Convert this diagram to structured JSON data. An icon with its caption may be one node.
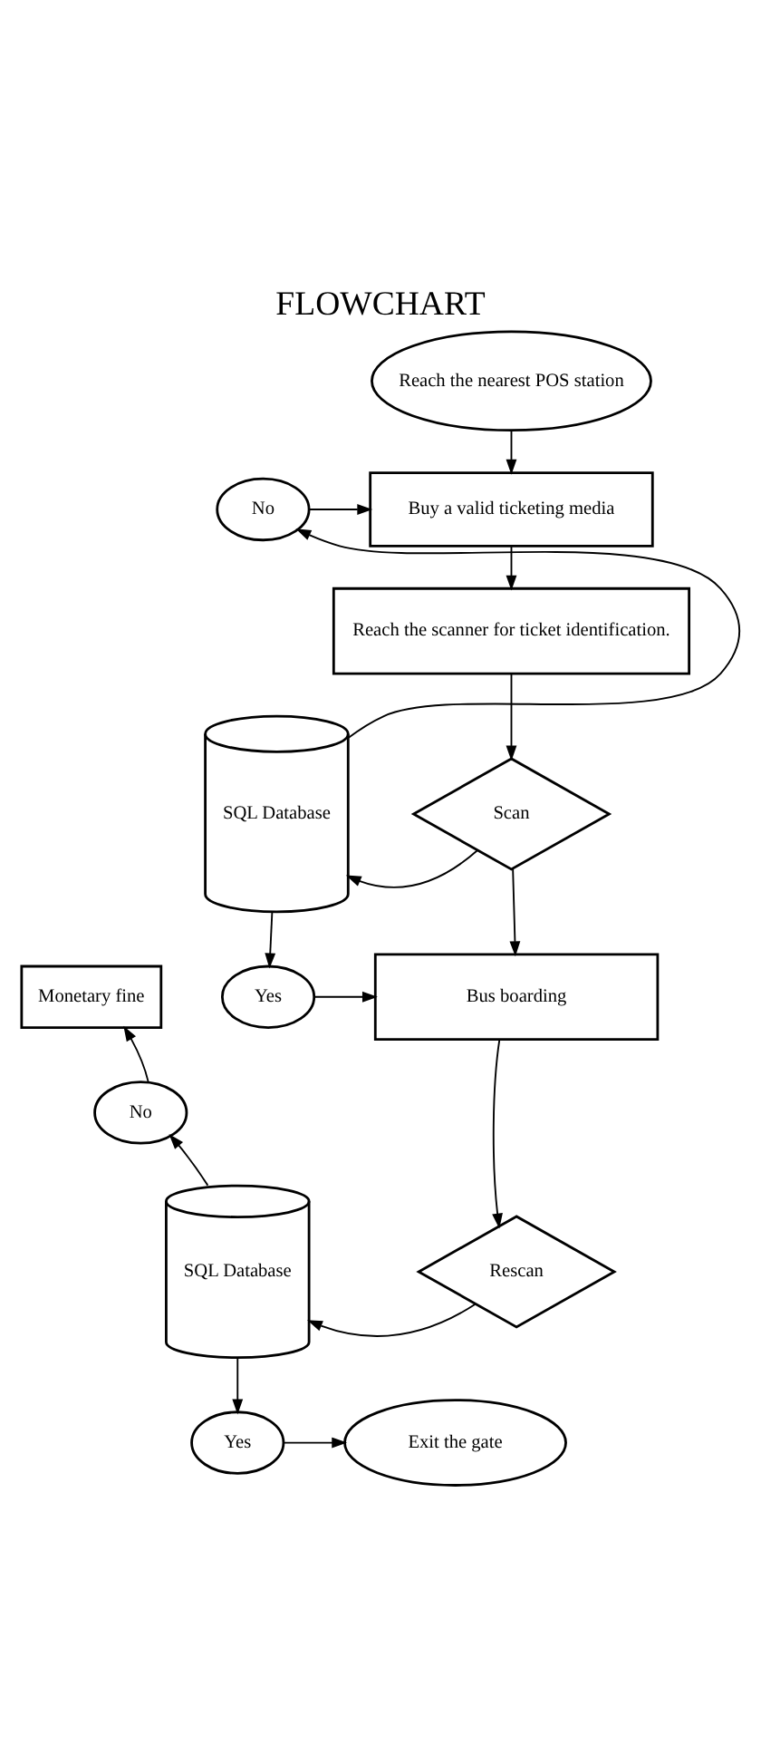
{
  "diagram": {
    "title": "FLOWCHART",
    "nodes": [
      {
        "text": [
          "Reach the nearest POS station"
        ]
      },
      {
        "text": [
          "Buy a valid ticketing media"
        ]
      },
      {
        "text": [
          "No"
        ]
      },
      {
        "text": [
          "Reach the scanner for ticket identification."
        ]
      },
      {
        "text": [
          "SQL Database"
        ]
      },
      {
        "text": [
          "Scan"
        ]
      },
      {
        "text": [
          "Yes"
        ]
      },
      {
        "text": [
          "Bus boarding"
        ]
      },
      {
        "text": [
          "Monetary fine"
        ]
      },
      {
        "text": [
          "No"
        ]
      },
      {
        "text": [
          "SQL Database"
        ]
      },
      {
        "text": [
          "Rescan"
        ]
      },
      {
        "text": [
          "Yes"
        ]
      },
      {
        "text": [
          "Exit the gate"
        ]
      }
    ],
    "edges": [
      {
        "from": 0,
        "to": 1,
        "arrow": "to"
      },
      {
        "from": 2,
        "to": 1,
        "arrow": "to"
      },
      {
        "from": 1,
        "to": 3,
        "arrow": "to"
      },
      {
        "from": 3,
        "to": 5,
        "arrow": "to"
      },
      {
        "from": 5,
        "to": 4,
        "arrow": "to"
      },
      {
        "from": 4,
        "to": 2,
        "arrow": "to"
      },
      {
        "from": 4,
        "to": 6,
        "arrow": "to"
      },
      {
        "from": 6,
        "to": 7,
        "arrow": "to"
      },
      {
        "from": 5,
        "to": 7,
        "arrow": "to"
      },
      {
        "from": 7,
        "to": 11,
        "arrow": "to"
      },
      {
        "from": 11,
        "to": 10,
        "arrow": "to"
      },
      {
        "from": 10,
        "to": 9,
        "arrow": "to"
      },
      {
        "from": 9,
        "to": 8,
        "arrow": "to"
      },
      {
        "from": 10,
        "to": 12,
        "arrow": "to"
      },
      {
        "from": 12,
        "to": 13,
        "arrow": "to"
      }
    ]
  }
}
